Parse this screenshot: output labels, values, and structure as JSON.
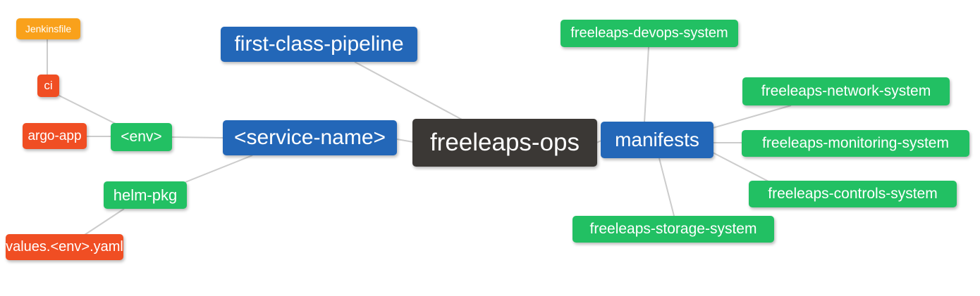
{
  "diagram": {
    "type": "mindmap",
    "root_id": "freeleaps-ops",
    "colors": {
      "blue": "#2367b8",
      "green": "#22c063",
      "orange": "#f9a11b",
      "red": "#f04e23",
      "dark": "#3b3835",
      "edge": "#cccccc",
      "background": "#ffffff",
      "text": "#ffffff"
    },
    "nodes": {
      "jenkinsfile": {
        "label": "Jenkinsfile",
        "color": "orange"
      },
      "ci": {
        "label": "ci",
        "color": "red"
      },
      "argo_app": {
        "label": "argo-app",
        "color": "red"
      },
      "env": {
        "label": "<env>",
        "color": "green"
      },
      "helm_pkg": {
        "label": "helm-pkg",
        "color": "green"
      },
      "values_env_yaml": {
        "label": "values.<env>.yaml",
        "color": "red"
      },
      "first_class_pipeline": {
        "label": "first-class-pipeline",
        "color": "blue"
      },
      "service_name": {
        "label": "<service-name>",
        "color": "blue"
      },
      "freeleaps_ops": {
        "label": "freeleaps-ops",
        "color": "dark"
      },
      "manifests": {
        "label": "manifests",
        "color": "blue"
      },
      "devops_system": {
        "label": "freeleaps-devops-system",
        "color": "green"
      },
      "network_system": {
        "label": "freeleaps-network-system",
        "color": "green"
      },
      "monitoring_system": {
        "label": "freeleaps-monitoring-system",
        "color": "green"
      },
      "controls_system": {
        "label": "freeleaps-controls-system",
        "color": "green"
      },
      "storage_system": {
        "label": "freeleaps-storage-system",
        "color": "green"
      }
    },
    "edges": [
      {
        "from": "jenkinsfile",
        "to": "ci"
      },
      {
        "from": "ci",
        "to": "env"
      },
      {
        "from": "argo_app",
        "to": "env"
      },
      {
        "from": "env",
        "to": "service_name"
      },
      {
        "from": "service_name",
        "to": "helm_pkg"
      },
      {
        "from": "helm_pkg",
        "to": "values_env_yaml"
      },
      {
        "from": "first_class_pipeline",
        "to": "freeleaps_ops"
      },
      {
        "from": "service_name",
        "to": "freeleaps_ops"
      },
      {
        "from": "freeleaps_ops",
        "to": "manifests"
      },
      {
        "from": "manifests",
        "to": "devops_system"
      },
      {
        "from": "manifests",
        "to": "network_system"
      },
      {
        "from": "manifests",
        "to": "monitoring_system"
      },
      {
        "from": "manifests",
        "to": "controls_system"
      },
      {
        "from": "manifests",
        "to": "storage_system"
      }
    ]
  }
}
